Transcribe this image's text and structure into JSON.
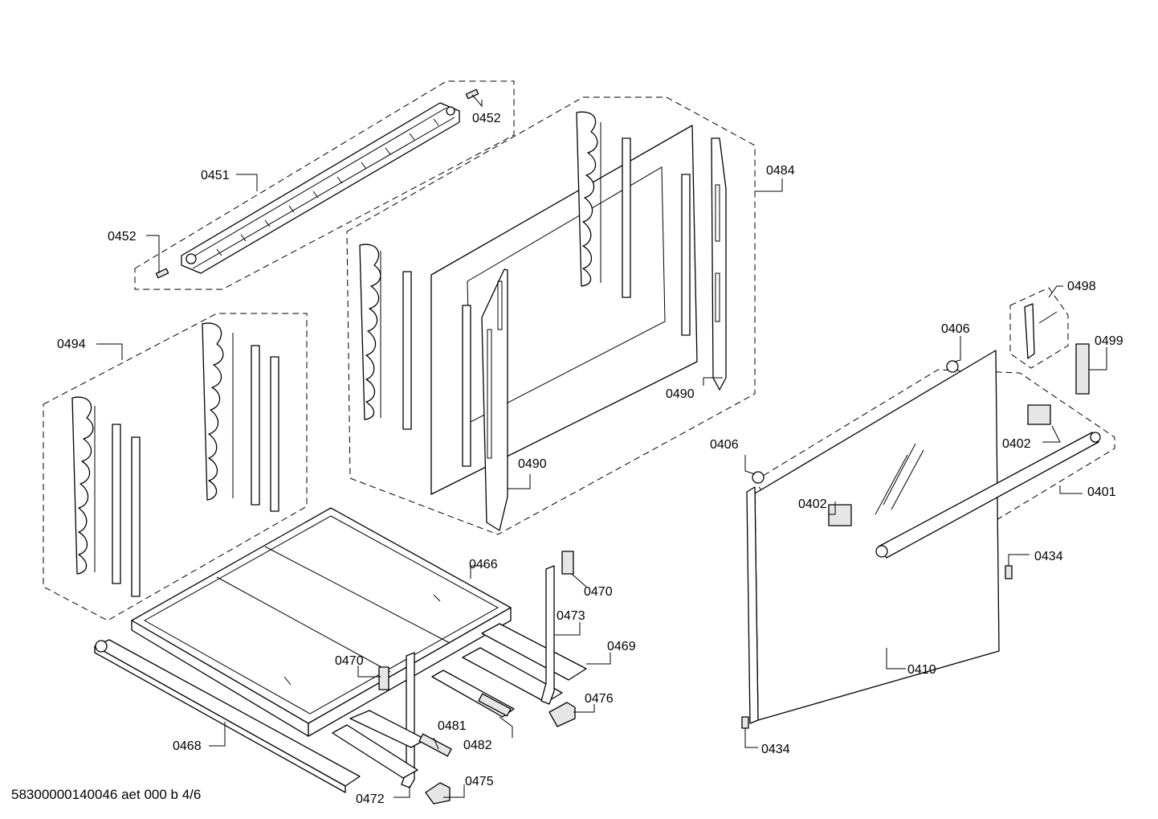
{
  "callouts": {
    "c0451": "0451",
    "c0452a": "0452",
    "c0452b": "0452",
    "c0484": "0484",
    "c0494": "0494",
    "c0490a": "0490",
    "c0490b": "0490",
    "c0498": "0498",
    "c0406a": "0406",
    "c0406b": "0406",
    "c0499": "0499",
    "c0402a": "0402",
    "c0402b": "0402",
    "c0401": "0401",
    "c0434a": "0434",
    "c0434b": "0434",
    "c0410": "0410",
    "c0466": "0466",
    "c0470a": "0470",
    "c0470b": "0470",
    "c0473": "0473",
    "c0469": "0469",
    "c0476": "0476",
    "c0481": "0481",
    "c0482": "0482",
    "c0468": "0468",
    "c0472": "0472",
    "c0475": "0475"
  },
  "footer": {
    "drawing_id": "58300000140046 aet 000 b 4/6"
  }
}
